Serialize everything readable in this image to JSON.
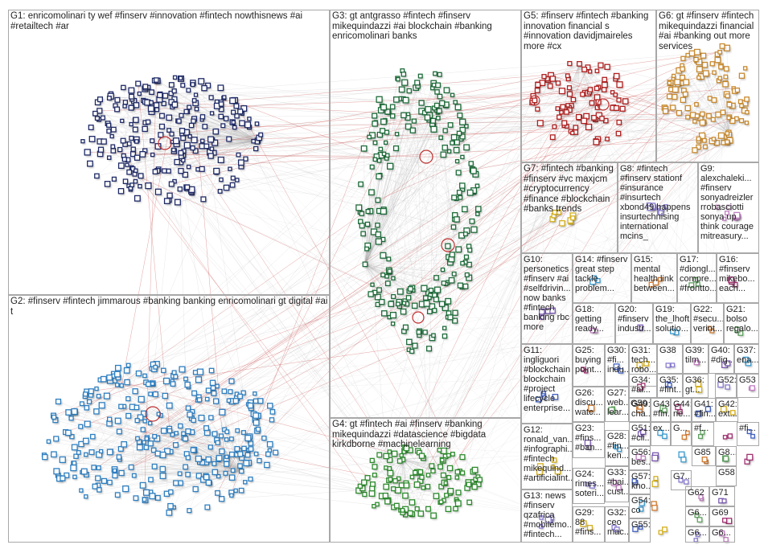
{
  "title": "",
  "colors": {
    "g1": "#1f2a66",
    "g2": "#2f7fc0",
    "g3": "#1e6b3a",
    "g4": "#2e8b2e",
    "g5": "#b02020",
    "g6": "#c88a30",
    "g7": "#d4b020",
    "g8": "#8a7bd0",
    "g9": "#c080c0",
    "edge": "#b0b0b0",
    "edge_red": "#c03030"
  },
  "groups": [
    {
      "id": "G1",
      "label": "G1: enricomolinari ty wef #finserv #innovation #fintech nowthisnews #ai\n#retailtech #ar"
    },
    {
      "id": "G2",
      "label": "G2: #finserv #fintech jimmarous #banking banking enricomolinari gt digital #ai\nt"
    },
    {
      "id": "G3",
      "label": "G3: gt antgrasso #fintech #finserv\nmikequindazzi #ai blockchain #banking\nenricomolinari banks"
    },
    {
      "id": "G4",
      "label": "G4: gt #fintech #ai #finserv #banking\nmikequindazzi #datascience #bigdata\nkirkdborne #machinelearning"
    },
    {
      "id": "G5",
      "label": "G5: #finserv #fintech #banking\ninnovation financial s\n#innovation davidjmaireles\nmore #cx"
    },
    {
      "id": "G6",
      "label": "G6: gt #finserv #fintech\nmikequindazzi financial\n#ai #banking out more\nservices"
    },
    {
      "id": "G7",
      "label": "G7: #fintech #banking\n#finserv #vc maxjcm\n#cryptocurrency\n#finance #blockchain\n#banks trends"
    },
    {
      "id": "G8",
      "label": "G8: #fintech\n#finserv stationf\n#insurance\n#insurtech\nxbond49 happens\ninsurtechnising\ninternational\nmcins_"
    },
    {
      "id": "G9",
      "label": "G9:\nalexchaleki...\n#finserv\nsonyadreizler\nrrobasciotti\nsonya up\nthink courage\nmitreasury..."
    },
    {
      "id": "G10",
      "label": "G10:\npersonetics\n#finserv #ai\n#selfdrivin...\nnow banks\n#fintech\nbanking rbc\nmore"
    },
    {
      "id": "G11",
      "label": "G11:\ningliguori\n#blockchain\nblockchain\n#project\nlifecycle\nenterprise..."
    },
    {
      "id": "G12",
      "label": "G12:\nronald_van...\n#infographi...\n#fintech\nmikequind...\n#artificialint..."
    },
    {
      "id": "G13",
      "label": "G13: news\n#finserv\nqzafrica\n#mobilemo...\n#fintech..."
    },
    {
      "id": "G14",
      "label": "G14: #finserv\ngreat step\ntackle\nproblem..."
    },
    {
      "id": "G15",
      "label": "G15:\nmental\nhealth link\nbetween..."
    },
    {
      "id": "G16",
      "label": "G16:\n#finserv\nmikebo...\neach..."
    },
    {
      "id": "G17",
      "label": "G17:\n#diongl...\ncompre...\n#fronttо..."
    },
    {
      "id": "G18",
      "label": "G18:\ngetting\nready..."
    },
    {
      "id": "G19",
      "label": "G19:\nthe_lhoft\nsolutio..."
    },
    {
      "id": "G20",
      "label": "G20:\n#finserv\nindustr..."
    },
    {
      "id": "G21",
      "label": "G21:\nbolso\nregalo..."
    },
    {
      "id": "G22",
      "label": "G22:\n#secu...\nverint..."
    },
    {
      "id": "G23",
      "label": "G23:\n#fins...\n#ban..."
    },
    {
      "id": "G24",
      "label": "G24:\nrimes...\nsoteri..."
    },
    {
      "id": "G25",
      "label": "G25:\nbuying\npoint..."
    },
    {
      "id": "G26",
      "label": "G26:\ndiscu...\nwatc..."
    },
    {
      "id": "G27",
      "label": "G27:\nweb...\nlear..."
    },
    {
      "id": "G28",
      "label": "G28:\n#fin...\nken..."
    },
    {
      "id": "G29",
      "label": "G29:\n88\n#fins..."
    },
    {
      "id": "G30",
      "label": "G30:\n#fi...\nindu..."
    },
    {
      "id": "G31",
      "label": "G31:\ntech...\nrobo..."
    },
    {
      "id": "G32",
      "label": "G32:\nceo\nmac..."
    },
    {
      "id": "G33",
      "label": "G33:\n#bai...\ncust..."
    },
    {
      "id": "G34",
      "label": "G34:\n#ai..."
    },
    {
      "id": "G35",
      "label": "G35:\n#fint..."
    },
    {
      "id": "G36",
      "label": "G36:\ngt..."
    },
    {
      "id": "G37",
      "label": "G37:\nena..."
    },
    {
      "id": "G38",
      "label": "G38"
    },
    {
      "id": "G39",
      "label": "G39:\ntilm..."
    },
    {
      "id": "G40",
      "label": "G40:\n#dig..."
    },
    {
      "id": "G41",
      "label": "G41:\n#fin..."
    },
    {
      "id": "G42",
      "label": "G42:\next..."
    },
    {
      "id": "G43",
      "label": "G43:\n#fin..."
    },
    {
      "id": "G44",
      "label": "G44:\nne..."
    },
    {
      "id": "G49",
      "label": "G49:\ncha..."
    },
    {
      "id": "G50",
      "label": "G50"
    },
    {
      "id": "G51",
      "label": "G51:\n#cli..."
    },
    {
      "id": "G52",
      "label": "G52:"
    },
    {
      "id": "G53",
      "label": "G53"
    },
    {
      "id": "G54",
      "label": "G54:\nco"
    },
    {
      "id": "G55",
      "label": "G55:"
    },
    {
      "id": "G56",
      "label": "G56:\nbes..."
    },
    {
      "id": "G57",
      "label": "G57:\nkno..."
    },
    {
      "id": "G58",
      "label": "G58"
    },
    {
      "id": "G62",
      "label": "G62"
    },
    {
      "id": "G69",
      "label": "G69"
    },
    {
      "id": "G71",
      "label": "G71"
    },
    {
      "id": "G85",
      "label": "G85"
    },
    {
      "id": "G6b",
      "label": "G6..."
    },
    {
      "id": "Gc",
      "label": "G..."
    },
    {
      "id": "G7b",
      "label": "G7..."
    },
    {
      "id": "G8b",
      "label": "G8..."
    },
    {
      "id": "G6c",
      "label": "G6..."
    },
    {
      "id": "G6d",
      "label": "G6..."
    },
    {
      "id": "Gex",
      "label": "ex..."
    },
    {
      "id": "Gff",
      "label": "#f..."
    },
    {
      "id": "Gfi",
      "label": "#fi..."
    }
  ]
}
